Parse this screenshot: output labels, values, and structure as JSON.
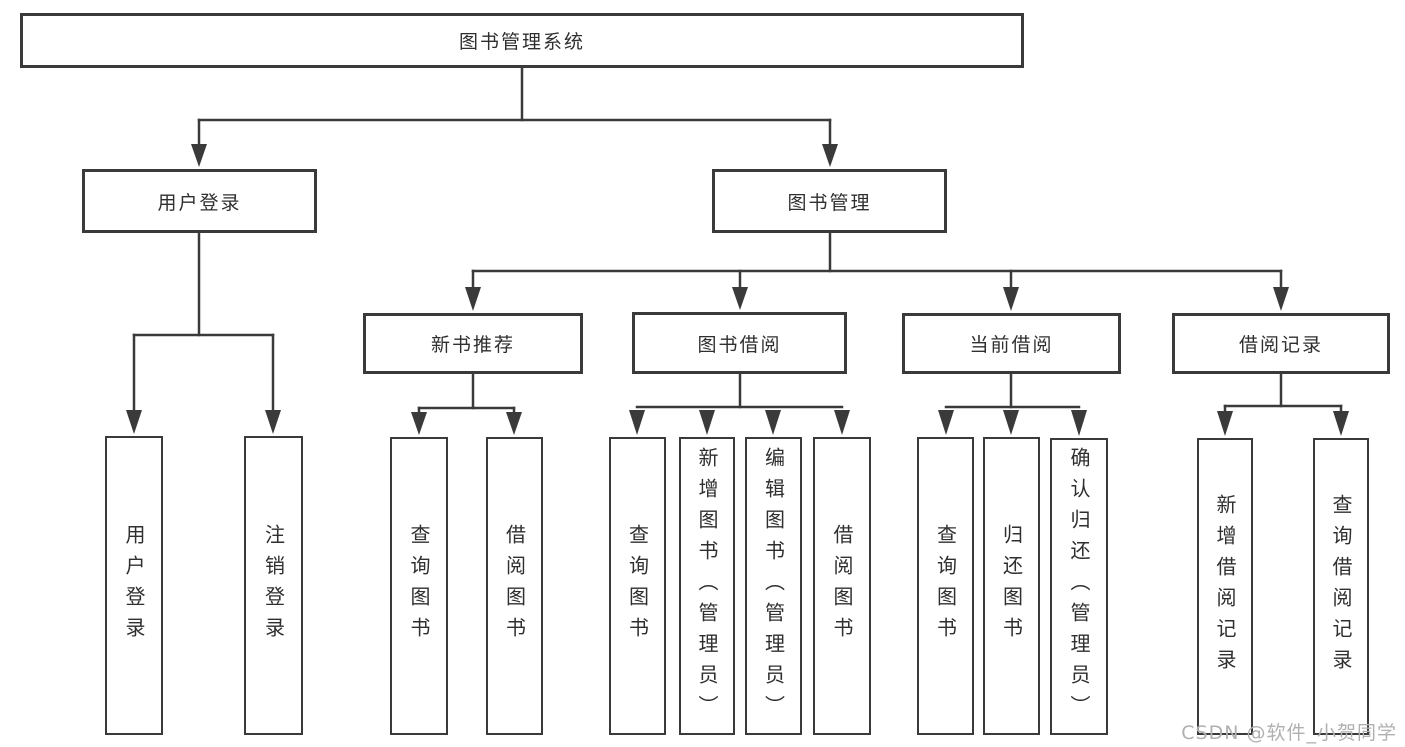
{
  "tree": {
    "label": "图书管理系统",
    "children": [
      {
        "label": "用户登录",
        "children": [
          {
            "label": "用户登录"
          },
          {
            "label": "注销登录"
          }
        ]
      },
      {
        "label": "图书管理",
        "children": [
          {
            "label": "新书推荐",
            "children": [
              {
                "label": "查询图书"
              },
              {
                "label": "借阅图书"
              }
            ]
          },
          {
            "label": "图书借阅",
            "children": [
              {
                "label": "查询图书"
              },
              {
                "label": "新增图书（管理员）"
              },
              {
                "label": "编辑图书（管理员）"
              },
              {
                "label": "借阅图书"
              }
            ]
          },
          {
            "label": "当前借阅",
            "children": [
              {
                "label": "查询图书"
              },
              {
                "label": "归还图书"
              },
              {
                "label": "确认归还（管理员）"
              }
            ]
          },
          {
            "label": "借阅记录",
            "children": [
              {
                "label": "新增借阅记录"
              },
              {
                "label": "查询借阅记录"
              }
            ]
          }
        ]
      }
    ]
  },
  "watermark": "CSDN @软件_小贺同学",
  "colors": {
    "line": "#3a3a3a",
    "box_border": "#3a3a3a",
    "text": "#2f2f2f",
    "watermark": "#b0b0b0"
  }
}
